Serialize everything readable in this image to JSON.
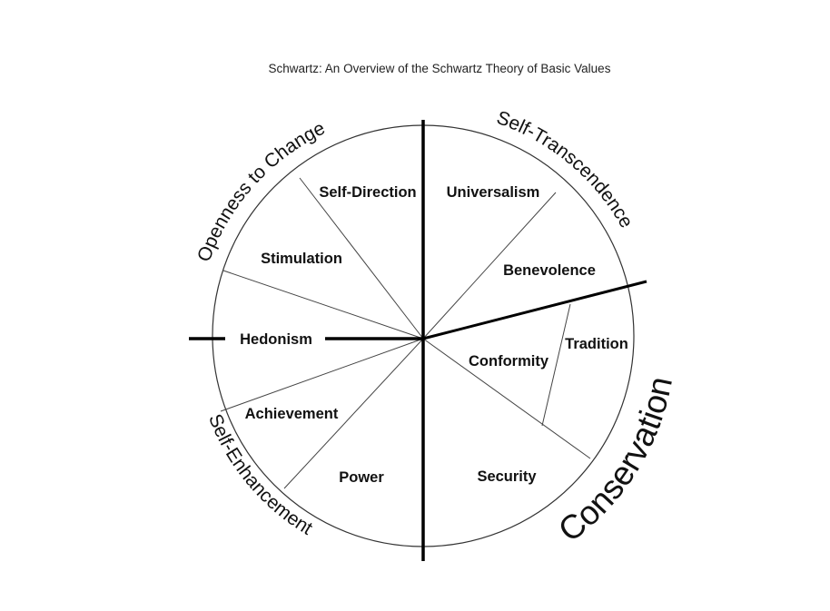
{
  "title": "Schwartz: An Overview of the Schwartz Theory of Basic Values",
  "values": {
    "self_direction": "Self-Direction",
    "universalism": "Universalism",
    "stimulation": "Stimulation",
    "benevolence": "Benevolence",
    "hedonism": "Hedonism",
    "tradition": "Tradition",
    "conformity": "Conformity",
    "achievement": "Achievement",
    "power": "Power",
    "security": "Security"
  },
  "groups": {
    "openness": "Openness to Change",
    "transcendence": "Self-Transcendence",
    "enhancement": "Self-Enhancement",
    "conservation": "Conservation"
  }
}
